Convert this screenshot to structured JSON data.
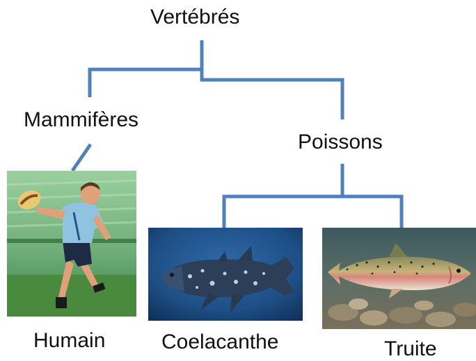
{
  "tree": {
    "root": "Vertébrés",
    "groups": {
      "mammals": "Mammifères",
      "fish": "Poissons"
    },
    "leaves": {
      "human": "Humain",
      "coelacanth": "Coelacanthe",
      "trout": "Truite"
    }
  },
  "colors": {
    "branch": "#4f81bd",
    "text": "#111111"
  }
}
